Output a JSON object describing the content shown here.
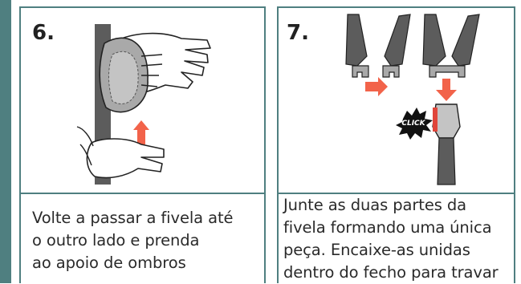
{
  "steps": [
    {
      "number": "6.",
      "caption_lines": [
        "Volte a passar a fivela até",
        "o outro lado e prenda",
        "ao apoio de ombros"
      ]
    },
    {
      "number": "7.",
      "badge": "CLICK",
      "caption_lines": [
        "Junte as duas partes da",
        "fivela formando uma única",
        "peça. Encaixe-as unidas",
        "dentro do fecho para travar"
      ]
    }
  ],
  "colors": {
    "frame": "#4f7f80",
    "arrow": "#f2634a",
    "strap": "#5c5c5c",
    "pad": "#a9a9a9"
  }
}
